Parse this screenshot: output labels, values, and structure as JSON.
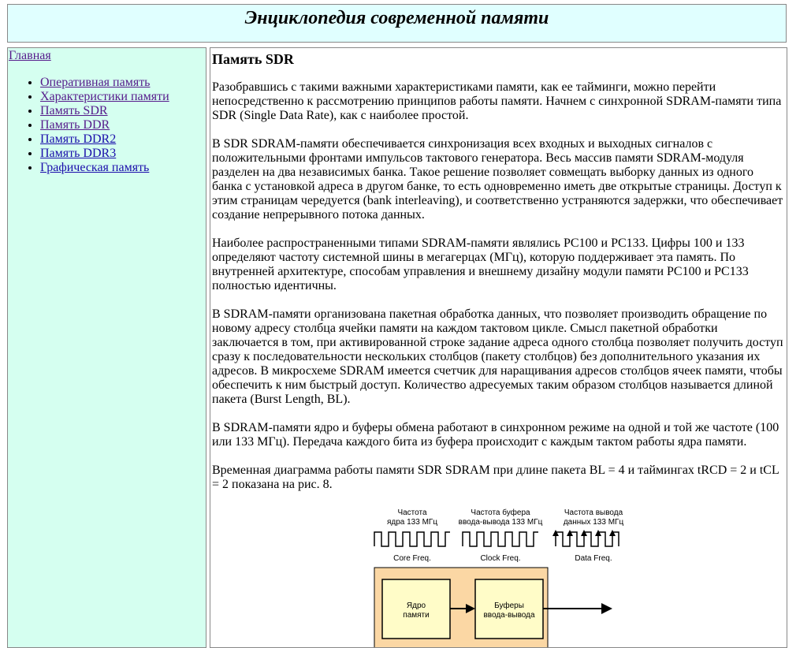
{
  "header": {
    "title": "Энциклопедия современной памяти"
  },
  "sidebar": {
    "home_label": "Главная",
    "items": [
      {
        "label": "Оперативная память"
      },
      {
        "label": "Характеристики памяти"
      },
      {
        "label": "Память SDR"
      },
      {
        "label": "Память DDR"
      },
      {
        "label": "Память DDR2"
      },
      {
        "label": "Память DDR3"
      },
      {
        "label": "Графическая память"
      }
    ]
  },
  "main": {
    "title": "Память SDR",
    "paragraphs": [
      "Разобравшись с такими важными характеристиками памяти, как ее тайминги, можно перейти непосредственно к рассмотрению принципов работы памяти. Начнем с синхронной SDRAM-памяти типа SDR (Single Data Rate), как с наиболее простой.",
      "В SDR SDRAM-памяти обеспечивается синхронизация всех входных и выходных сигналов с положительными фронтами импульсов тактового генератора. Весь массив памяти SDRAM-модуля разделен на два независимых банка. Такое решение позволяет совмещать выборку данных из одного банка с установкой адреса в другом банке, то есть одновременно иметь две открытые страницы. Доступ к этим страницам чередуется (bank interleaving), и соответственно устраняются задержки, что обеспечивает создание непрерывного потока данных.",
      "Наиболее распространенными типами SDRAM-памяти являлись PC100 и PC133. Цифры 100 и 133 определяют частоту системной шины в мегагерцах (МГц), которую поддерживает эта память. По внутренней архитектуре, способам управления и внешнему дизайну модули памяти PC100 и PC133 полностью идентичны.",
      "В SDRAM-памяти организована пакетная обработка данных, что позволяет производить обращение по новому адресу столбца ячейки памяти на каждом тактовом цикле. Смысл пакетной обработки заключается в том, при активированной строке задание адреса одного столбца позволяет получить доступ сразу к последовательности нескольких столбцов (пакету столбцов) без дополнительного указания их адресов. В микросхеме SDRAM имеется счетчик для наращивания адресов столбцов ячеек памяти, чтобы обеспечить к ним быстрый доступ. Количество адресуемых таким образом столбцов называется длиной пакета (Burst Length, BL).",
      "В SDRAM-памяти ядро и буферы обмена работают в синхронном режиме на одной и той же частоте (100 или 133 МГц). Передача каждого бита из буфера происходит с каждым тактом работы ядра памяти.",
      "Временная диаграмма работы памяти SDR SDRAM при длине пакета BL = 4 и таймингах tRCD = 2 и tCL = 2 показана на рис. 8."
    ]
  },
  "figure": {
    "core_freq_line1": "Частота",
    "core_freq_line2": "ядра 133 МГц",
    "buffer_freq_line1": "Частота буфера",
    "buffer_freq_line2": "ввода-вывода 133 МГц",
    "data_freq_line1": "Частота  вывода",
    "data_freq_line2": "данных 133 МГц",
    "core_label": "Core Freq.",
    "clock_label": "Clock Freq.",
    "data_label": "Data Freq.",
    "core_box_line1": "Ядро",
    "core_box_line2": "памяти",
    "buffers_box_line1": "Буферы",
    "buffers_box_line2": "ввода-вывода",
    "colors": {
      "outer": "#fbd7a4",
      "inner": "#fffcc8",
      "line": "#000000"
    }
  }
}
